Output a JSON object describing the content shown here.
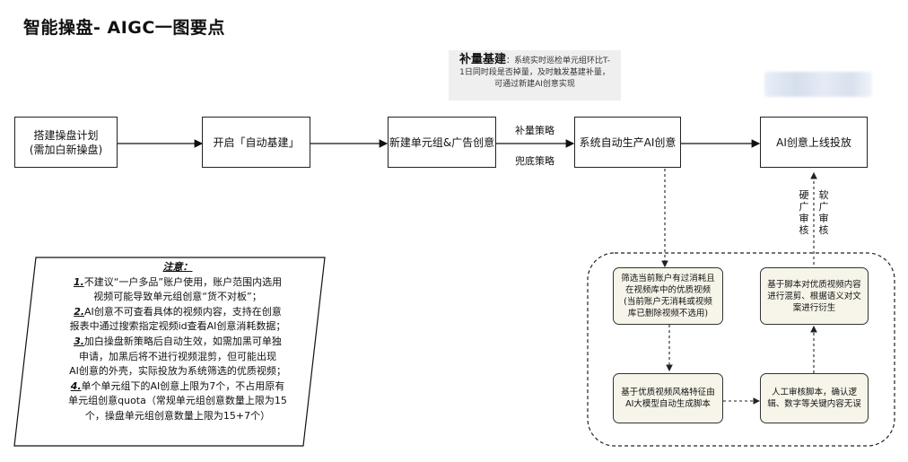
{
  "title": "智能操盘- AIGC一图要点",
  "supplement_note": {
    "heading": "补量基建",
    "colon": "：",
    "line1": "系统实时巡检单元组环比T-",
    "line2": "1日同时段是否掉量，及时触发基建补量，",
    "line3": "可通过新建AI创意实现"
  },
  "main_flow": {
    "node1_line1": "搭建操盘计划",
    "node1_line2": "(需加白新操盘)",
    "node2": "开启「自动基建」",
    "node3": "新建单元组&广告创意",
    "node4": "系统自动生产AI创意",
    "node5": "AI创意上线投放",
    "label_top": "补量策略",
    "label_bottom": "兜底策略"
  },
  "review_labels": {
    "hard": [
      "硬",
      "广",
      "审",
      "核"
    ],
    "soft": [
      "软",
      "广",
      "审",
      "核"
    ]
  },
  "sub_flow": {
    "filter_line1": "筛选当前账户有过消耗且",
    "filter_line2": "在视频库中的优质视频",
    "filter_line3": "(当前账户无消耗或视频",
    "filter_line4": "库已删除视频不选用)",
    "script_line1": "基于优质视频风格特征由",
    "script_line2": "AI大模型自动生成脚本",
    "review_line1": "人工审核脚本，确认逻",
    "review_line2": "辑、数字等关键内容无误",
    "mix_line1": "基于脚本对优质视频内容",
    "mix_line2": "进行混剪、根据语义对文",
    "mix_line3": "案进行衍生"
  },
  "notes": {
    "heading": "注意：",
    "n1_num": "1.",
    "n1_line1": "不建议“一户多品”账户使用，账户范围内选用",
    "n1_line2": "视频可能导致单元组创意“货不对板”；",
    "n2_num": "2.",
    "n2_line1": "AI创意不可查看具体的视频内容，支持在创意",
    "n2_line2": "报表中通过搜索指定视频id查看AI创意消耗数据；",
    "n3_num": "3.",
    "n3_line1": "加白操盘新策略后自动生效，如需加黑可单独",
    "n3_line2": "申请，加黑后将不进行视频混剪，但可能出现",
    "n3_line3": "AI创意的外壳，实际投放为系统筛选的优质视频；",
    "n4_num": "4.",
    "n4_line1": "单个单元组下的AI创意上限为7个，不占用原有",
    "n4_line2": "单元组创意quota（常规单元组创意数量上限为15",
    "n4_line3": "个，操盘单元组创意数量上限为15+7个）"
  }
}
